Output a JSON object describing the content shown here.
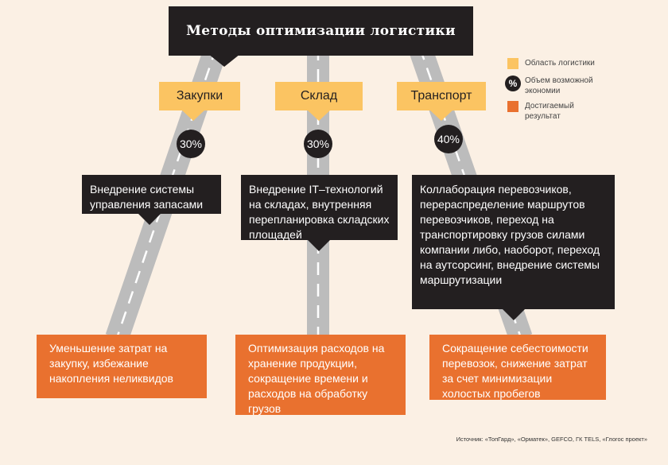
{
  "title": "Методы оптимизации логистики",
  "categories": [
    "Закупки",
    "Склад",
    "Транспорт"
  ],
  "percents": [
    "30%",
    "30%",
    "40%"
  ],
  "measures": [
    "Внедрение системы управления запасами",
    "Внедрение IT–технологий на складах, внутренняя перепланировка складских площадей",
    "Коллаборация перевозчиков, перераспределение маршрутов перевозчиков, переход на транспортировку грузов силами компании либо, наоборот, переход на аутсорсинг, внедрение системы маршрутизации"
  ],
  "results": [
    "Уменьшение затрат на закупку, избежание накопления неликвидов",
    "Оптимизация расходов на хранение продукции, сокращение времени и расходов на обработку грузов",
    "Сокращение себестоимости перевозок, снижение затрат за счет минимизации холостых пробегов"
  ],
  "legend": {
    "area": "Область логистики",
    "saving_symbol": "%",
    "saving": "Объем возможной экономии",
    "result": "Достигаемый результат"
  },
  "source": "Источник: «ТопГард», «Орматек», GEFCO, ГК TELS, «Глогос проект»",
  "colors": {
    "background": "#fbf0e4",
    "dark": "#231f20",
    "yellow": "#fbc462",
    "orange": "#e9712f",
    "road": "#bcbcbc"
  }
}
